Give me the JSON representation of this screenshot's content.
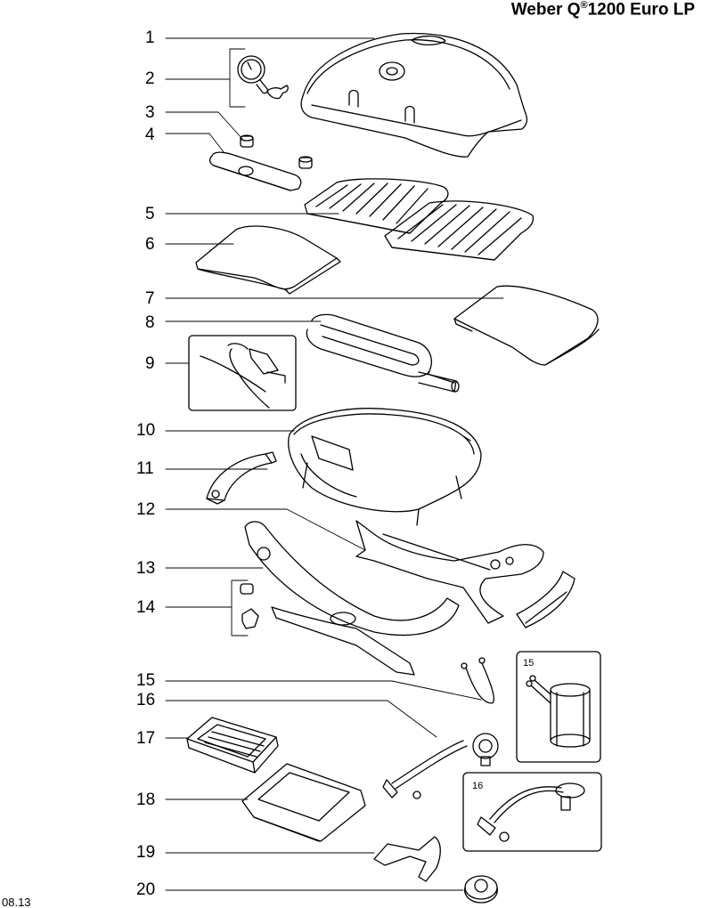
{
  "header": {
    "title_main": "Weber Q",
    "title_reg": "®",
    "title_rest": "1200 Euro LP"
  },
  "footer": {
    "date": "08.13"
  },
  "callouts": [
    "1",
    "2",
    "3",
    "4",
    "5",
    "6",
    "7",
    "8",
    "9",
    "10",
    "11",
    "12",
    "13",
    "14",
    "15",
    "16",
    "17",
    "18",
    "19",
    "20"
  ],
  "insets": {
    "inset_15": "15",
    "inset_16": "16"
  }
}
